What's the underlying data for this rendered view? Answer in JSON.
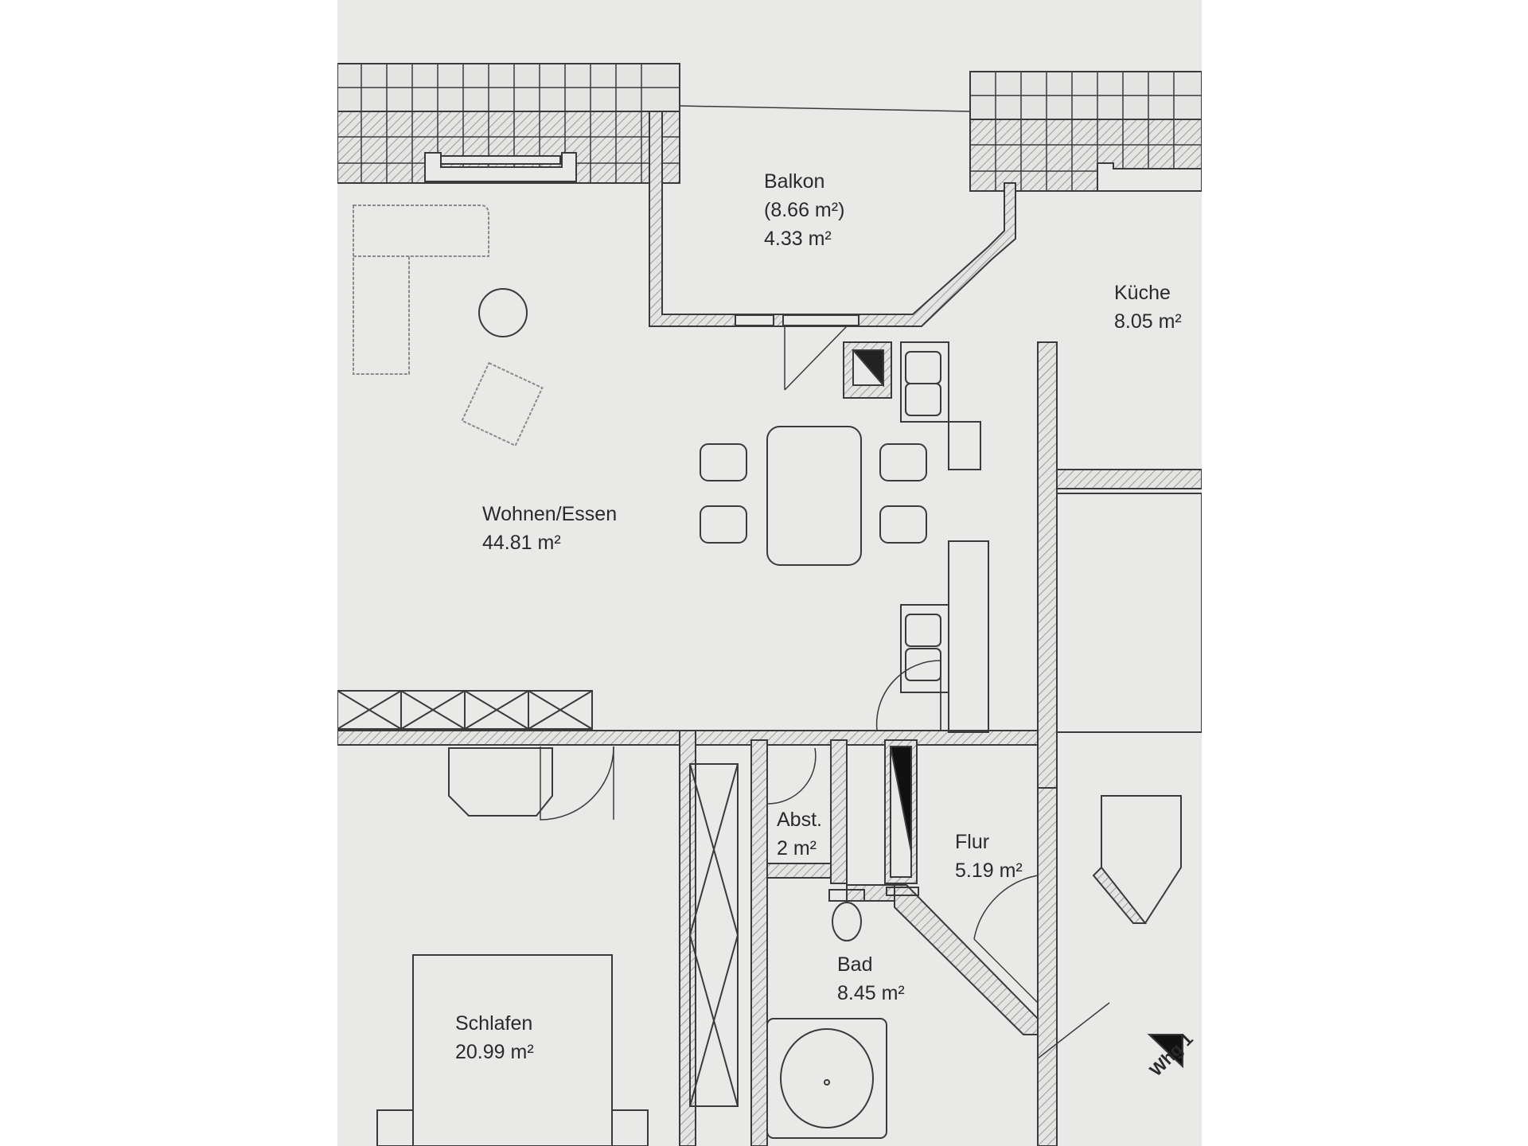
{
  "rooms": {
    "balkon": {
      "name": "Balkon",
      "area_gross": "(8.66 m²)",
      "area": "4.33 m²"
    },
    "kueche": {
      "name": "Küche",
      "area": "8.05 m²"
    },
    "wohnen": {
      "name": "Wohnen/Essen",
      "area": "44.81 m²"
    },
    "abst": {
      "name": "Abst.",
      "area": "2 m²"
    },
    "flur": {
      "name": "Flur",
      "area": "5.19 m²"
    },
    "bad": {
      "name": "Bad",
      "area": "8.45 m²"
    },
    "schlafen": {
      "name": "Schlafen",
      "area": "20.99 m²"
    }
  },
  "unit_tag": "Whg 1",
  "colors": {
    "paper": "#e9e9e7",
    "line": "#3a3a3a",
    "hatch": "#8a8a8a"
  }
}
